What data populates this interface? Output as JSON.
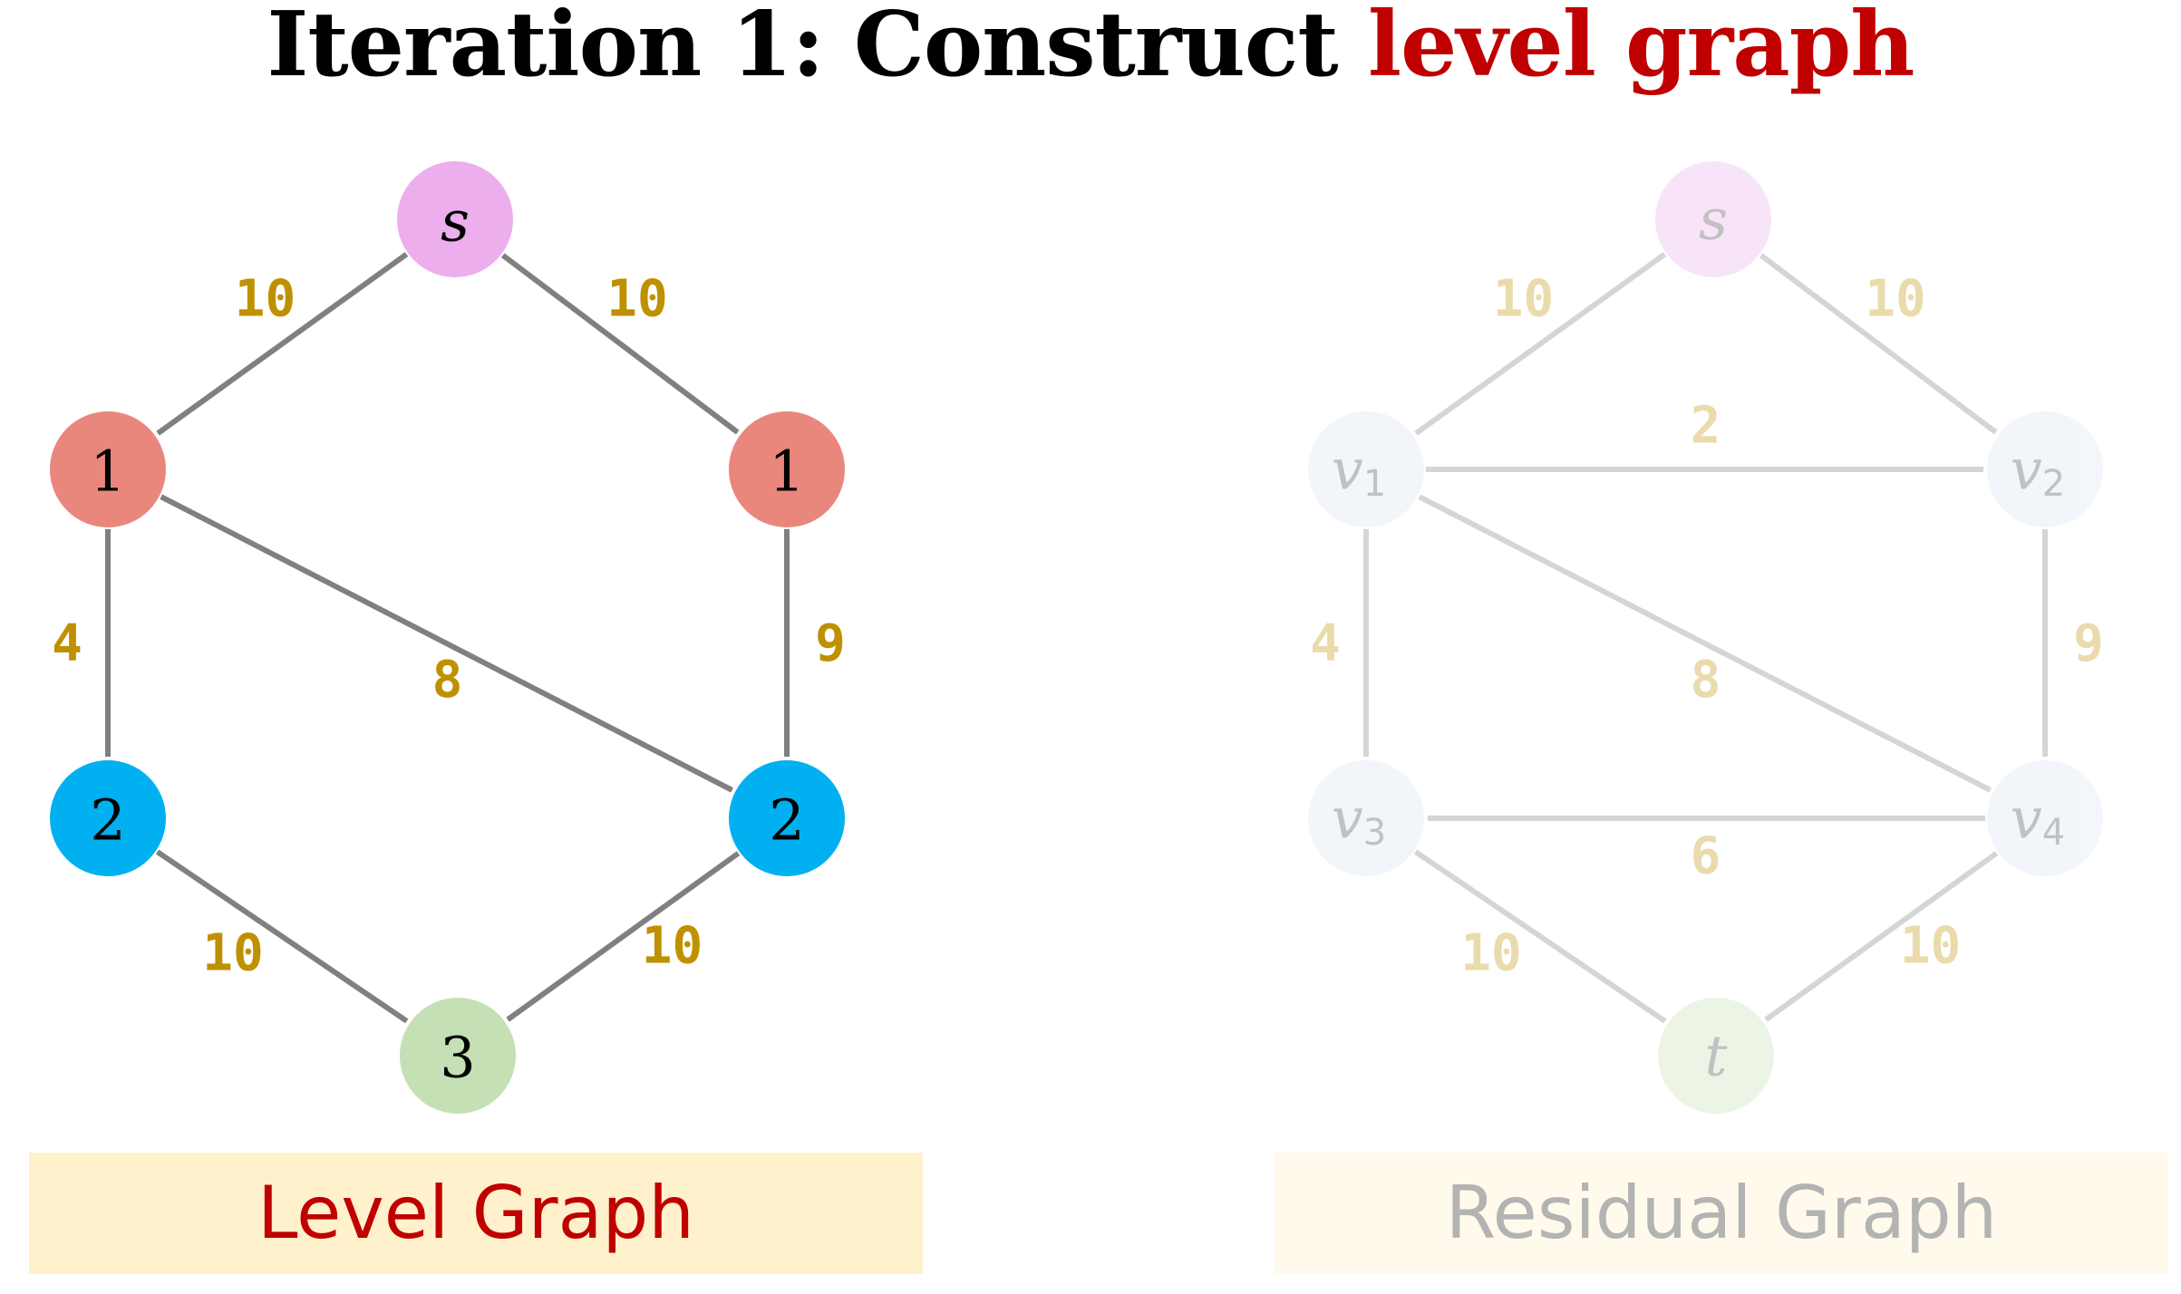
{
  "title": {
    "main": "Iteration 1: Construct ",
    "accent": "level graph"
  },
  "colors": {
    "accent": "#c00000",
    "edge": "#808080",
    "weight": "#bf9000",
    "source_node": "#ecaeec",
    "level1_node": "#ea877c",
    "level2_node": "#00b0f0",
    "level3_node": "#c5e0b4"
  },
  "level_graph": {
    "label": "Level Graph",
    "nodes": [
      {
        "id": "s",
        "label": "s",
        "kind": "source"
      },
      {
        "id": "v1",
        "label": "1",
        "kind": "level1"
      },
      {
        "id": "v2",
        "label": "1",
        "kind": "level1"
      },
      {
        "id": "v3",
        "label": "2",
        "kind": "level2"
      },
      {
        "id": "v4",
        "label": "2",
        "kind": "level2"
      },
      {
        "id": "t",
        "label": "3",
        "kind": "level3"
      }
    ],
    "edges": [
      {
        "from": "s",
        "to": "v1",
        "weight": "10"
      },
      {
        "from": "s",
        "to": "v2",
        "weight": "10"
      },
      {
        "from": "v1",
        "to": "v3",
        "weight": "4"
      },
      {
        "from": "v1",
        "to": "v4",
        "weight": "8"
      },
      {
        "from": "v2",
        "to": "v4",
        "weight": "9"
      },
      {
        "from": "v3",
        "to": "t",
        "weight": "10"
      },
      {
        "from": "v4",
        "to": "t",
        "weight": "10"
      }
    ]
  },
  "residual_graph": {
    "label": "Residual Graph",
    "nodes": [
      {
        "id": "s",
        "label": "s",
        "sub": ""
      },
      {
        "id": "v1",
        "label": "v",
        "sub": "1"
      },
      {
        "id": "v2",
        "label": "v",
        "sub": "2"
      },
      {
        "id": "v3",
        "label": "v",
        "sub": "3"
      },
      {
        "id": "v4",
        "label": "v",
        "sub": "4"
      },
      {
        "id": "t",
        "label": "t",
        "sub": ""
      }
    ],
    "edges": [
      {
        "from": "s",
        "to": "v1",
        "weight": "10"
      },
      {
        "from": "s",
        "to": "v2",
        "weight": "10"
      },
      {
        "from": "v1",
        "to": "v2",
        "weight": "2"
      },
      {
        "from": "v1",
        "to": "v3",
        "weight": "4"
      },
      {
        "from": "v1",
        "to": "v4",
        "weight": "8"
      },
      {
        "from": "v2",
        "to": "v4",
        "weight": "9"
      },
      {
        "from": "v4",
        "to": "v3",
        "weight": "6"
      },
      {
        "from": "v3",
        "to": "t",
        "weight": "10"
      },
      {
        "from": "v4",
        "to": "t",
        "weight": "10"
      }
    ]
  }
}
